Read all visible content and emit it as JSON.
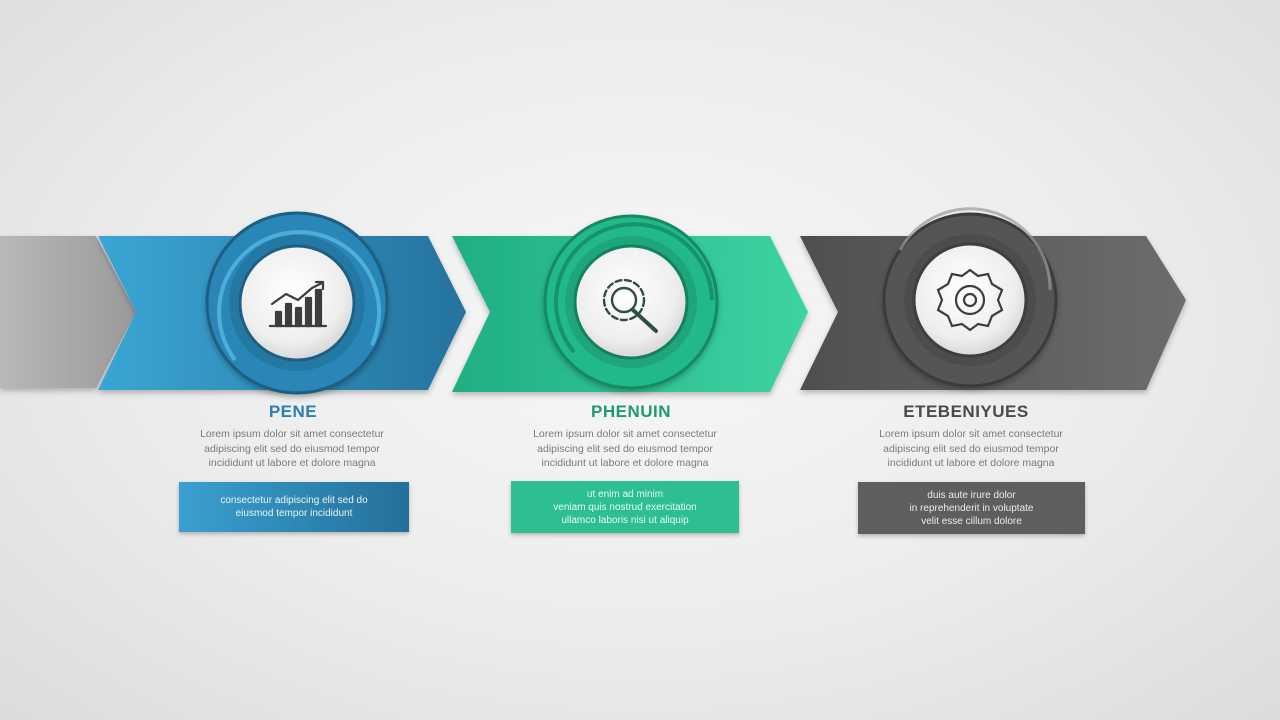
{
  "colors": {
    "blue": "#2f8fbd",
    "green": "#2dbf91",
    "gray": "#5e5e5e",
    "lead_in": "#a9a9a9"
  },
  "steps": [
    {
      "title": "PENE",
      "icon": "bar-chart-trend-icon",
      "body": [
        "Lorem ipsum dolor sit amet consectetur",
        "adipiscing elit sed do eiusmod tempor",
        "incididunt ut labore et dolore magna"
      ],
      "box": [
        "consectetur adipiscing elit sed do",
        "eiusmod tempor incididunt"
      ]
    },
    {
      "title": "PHENUIN",
      "icon": "magnifier-gear-icon",
      "body": [
        "Lorem ipsum dolor sit amet consectetur",
        "adipiscing elit sed do eiusmod tempor",
        "incididunt ut labore et dolore magna"
      ],
      "box": [
        "ut enim ad minim",
        "veniam quis nostrud exercitation",
        "ullamco laboris nisi ut aliquip"
      ]
    },
    {
      "title": "ETEBENIYUES",
      "icon": "gear-icon",
      "body": [
        "Lorem ipsum dolor sit amet consectetur",
        "adipiscing elit sed do eiusmod tempor",
        "incididunt ut labore et dolore magna"
      ],
      "box": [
        "duis aute irure dolor",
        "in reprehenderit in voluptate",
        "velit esse cillum dolore"
      ]
    }
  ]
}
